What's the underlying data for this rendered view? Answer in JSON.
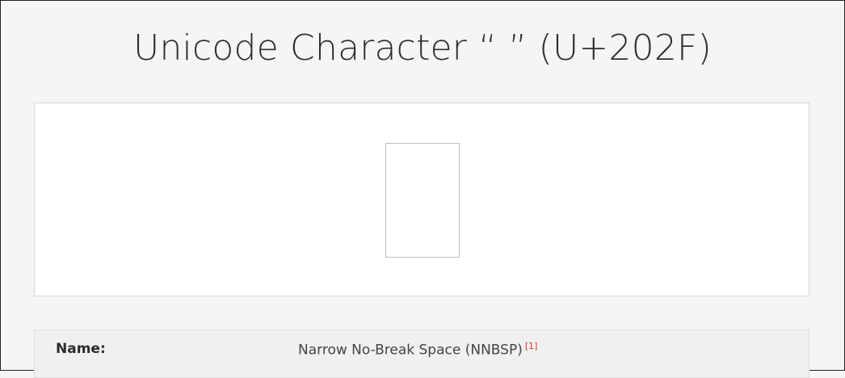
{
  "page": {
    "title": "Unicode Character “ ” (U+202F)"
  },
  "glyph": {
    "character": " "
  },
  "properties": {
    "rows": [
      {
        "label": "Name:",
        "value": "Narrow No-Break Space (NNBSP)",
        "footnote": "[1]"
      }
    ]
  }
}
